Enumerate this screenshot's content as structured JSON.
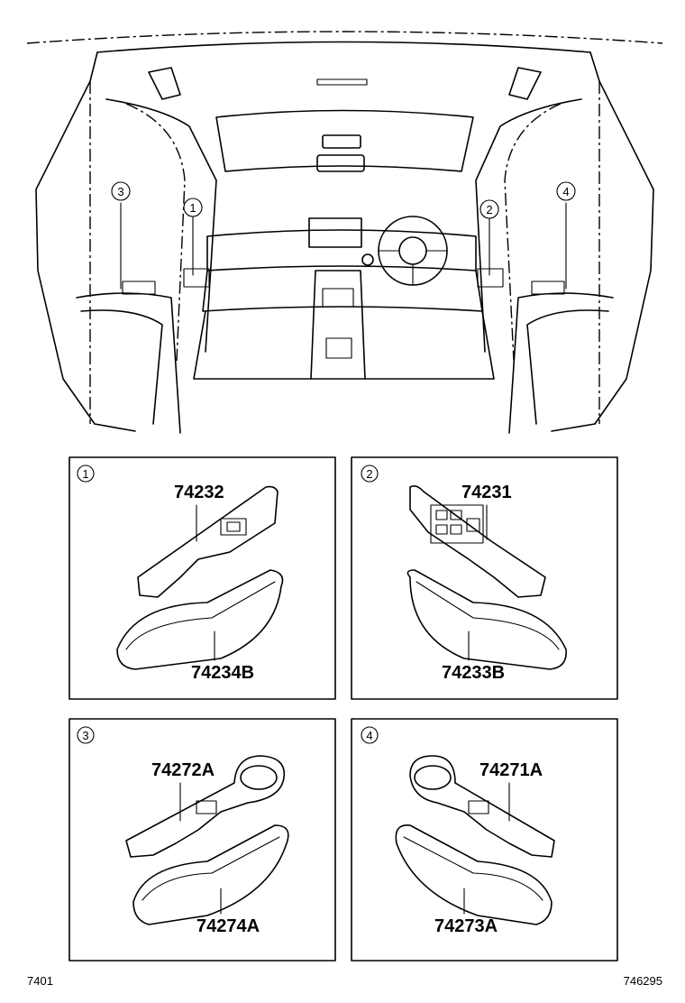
{
  "callouts": {
    "c1": "1",
    "c2": "2",
    "c3": "3",
    "c4": "4"
  },
  "panels": [
    {
      "id": "1",
      "parts": [
        "74232",
        "74234B"
      ]
    },
    {
      "id": "2",
      "parts": [
        "74231",
        "74233B"
      ]
    },
    {
      "id": "3",
      "parts": [
        "74272A",
        "74274A"
      ]
    },
    {
      "id": "4",
      "parts": [
        "74271A",
        "74273A"
      ]
    }
  ],
  "footer": {
    "left_code": "7401",
    "right_code": "746295"
  }
}
